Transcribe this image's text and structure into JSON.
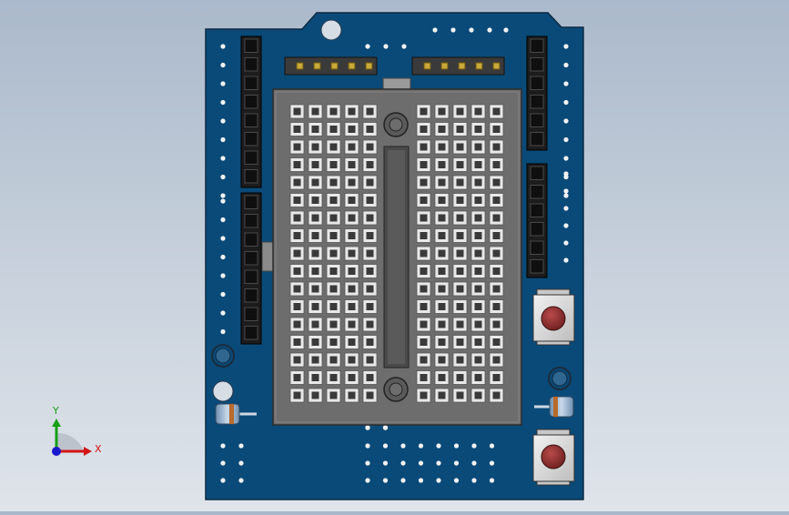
{
  "viewport": {
    "background_top": "#aab9cb",
    "background_bottom": "#dfe4ea"
  },
  "model": {
    "pcb_color": "#0a4a78",
    "pcb_edge": "#0d2b44",
    "breadboard_color": "#6d6d6d",
    "header_color": "#1c1c1c",
    "button_cap_color": "#8c2b2b",
    "breadboard_columns_per_side": 5,
    "breadboard_rows": 17
  },
  "triad": {
    "x_label": "X",
    "y_label": "Y",
    "x_color": "#d21414",
    "y_color": "#16a016",
    "z_color": "#1a1acc"
  }
}
